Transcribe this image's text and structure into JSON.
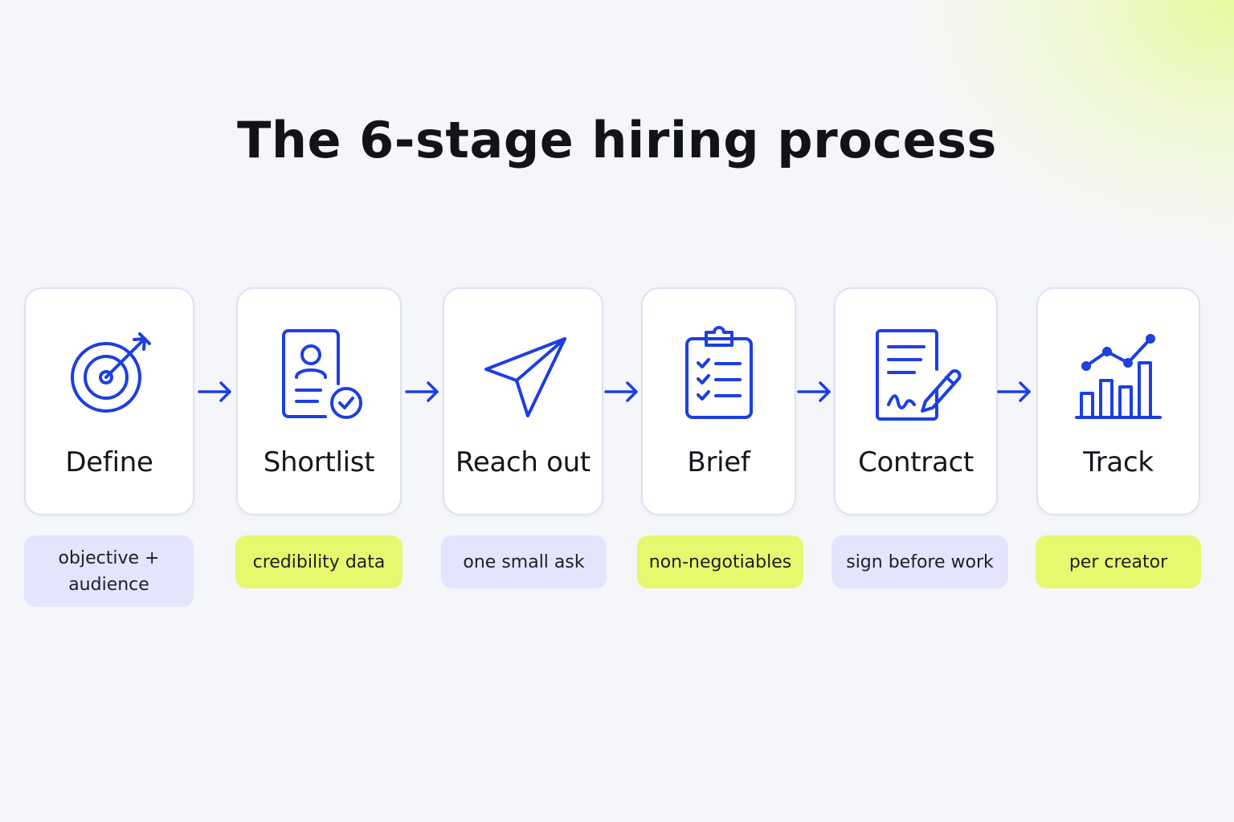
{
  "title": "The 6-stage hiring process",
  "colors": {
    "icon_blue": "#1d3fe0",
    "tag_lavender": "#e2e5fb",
    "tag_lime": "#e5f86e",
    "card_border": "#dfe2ee"
  },
  "stages": [
    {
      "label": "Define",
      "icon": "target-icon",
      "tag_line1": "objective +",
      "tag_line2": "audience",
      "tag_color": "lavender"
    },
    {
      "label": "Shortlist",
      "icon": "profile-check-icon",
      "tag_line1": "credibility data",
      "tag_line2": "",
      "tag_color": "lime"
    },
    {
      "label": "Reach out",
      "icon": "paper-plane-icon",
      "tag_line1": "one small ask",
      "tag_line2": "",
      "tag_color": "lavender"
    },
    {
      "label": "Brief",
      "icon": "clipboard-checklist-icon",
      "tag_line1": "non-negotiables",
      "tag_line2": "",
      "tag_color": "lime"
    },
    {
      "label": "Contract",
      "icon": "signed-document-icon",
      "tag_line1": "sign before work",
      "tag_line2": "",
      "tag_color": "lavender"
    },
    {
      "label": "Track",
      "icon": "bar-line-chart-icon",
      "tag_line1": "per creator",
      "tag_line2": "",
      "tag_color": "lime"
    }
  ]
}
